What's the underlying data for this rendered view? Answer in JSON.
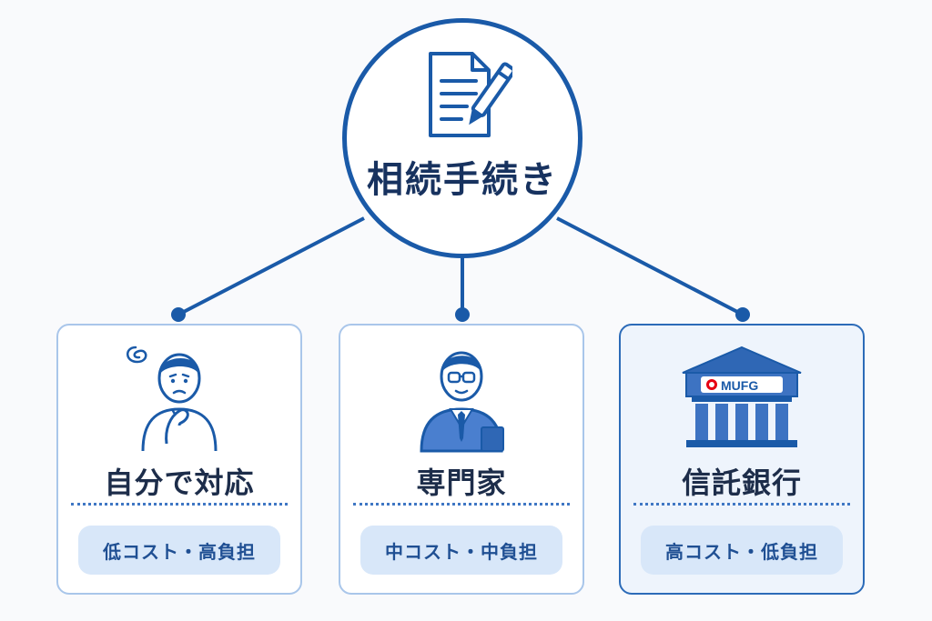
{
  "hub": {
    "title": "相続手続き",
    "icon": "document-pen-icon"
  },
  "options": [
    {
      "title": "自分で対応",
      "badge": "低コスト・高負担",
      "icon": "worried-person-icon"
    },
    {
      "title": "専門家",
      "badge": "中コスト・中負担",
      "icon": "professional-person-icon"
    },
    {
      "title": "信託銀行",
      "badge": "高コスト・低負担",
      "icon": "bank-building-icon",
      "logo_text": "MUFG"
    }
  ],
  "colors": {
    "primary": "#1a5aa8",
    "badge_bg": "#d8e7f9",
    "badge_text": "#1f4f93",
    "highlight_bg": "#eef4fc",
    "logo_red": "#e60012"
  }
}
